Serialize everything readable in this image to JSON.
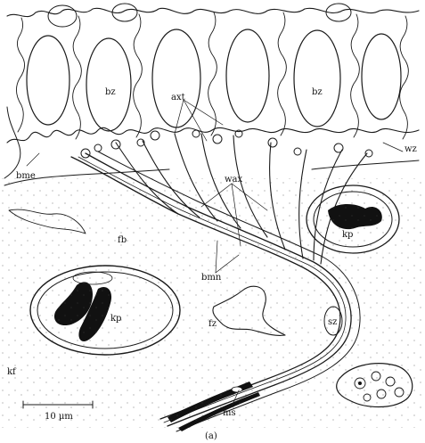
{
  "labels": {
    "bz_left": "bz",
    "bz_right": "bz",
    "axt": "axt",
    "wz_right": "wz",
    "bme": "bme",
    "wax": "wax",
    "kp_right": "kp",
    "fb": "fb",
    "bmn": "bmn",
    "kp_left": "kp",
    "fz": "fz",
    "sz": "sz",
    "kf": "kf",
    "ms": "ms"
  },
  "scale_bar": "10 μm",
  "caption": "(a)",
  "colors": {
    "ink": "#1a1a1a",
    "nucleus_fill": "#111111",
    "background": "#ffffff"
  }
}
